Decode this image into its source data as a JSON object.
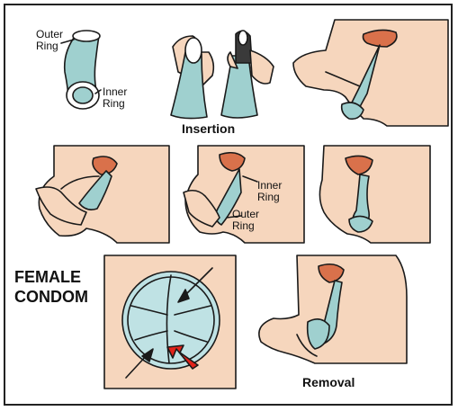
{
  "labels": {
    "outer_ring": "Outer\nRing",
    "inner_ring": "Inner\nRing",
    "insertion": "Insertion",
    "inner_ring_2": "Inner\nRing",
    "outer_ring_2": "Outer\nRing",
    "title": "FEMALE\nCONDOM",
    "removal": "Removal"
  },
  "colors": {
    "skin": "#f6d6bd",
    "uterus": "#d9714b",
    "condom": "#9fd0cf",
    "outline": "#1a1a1a",
    "arrow_red": "#e2231a"
  }
}
